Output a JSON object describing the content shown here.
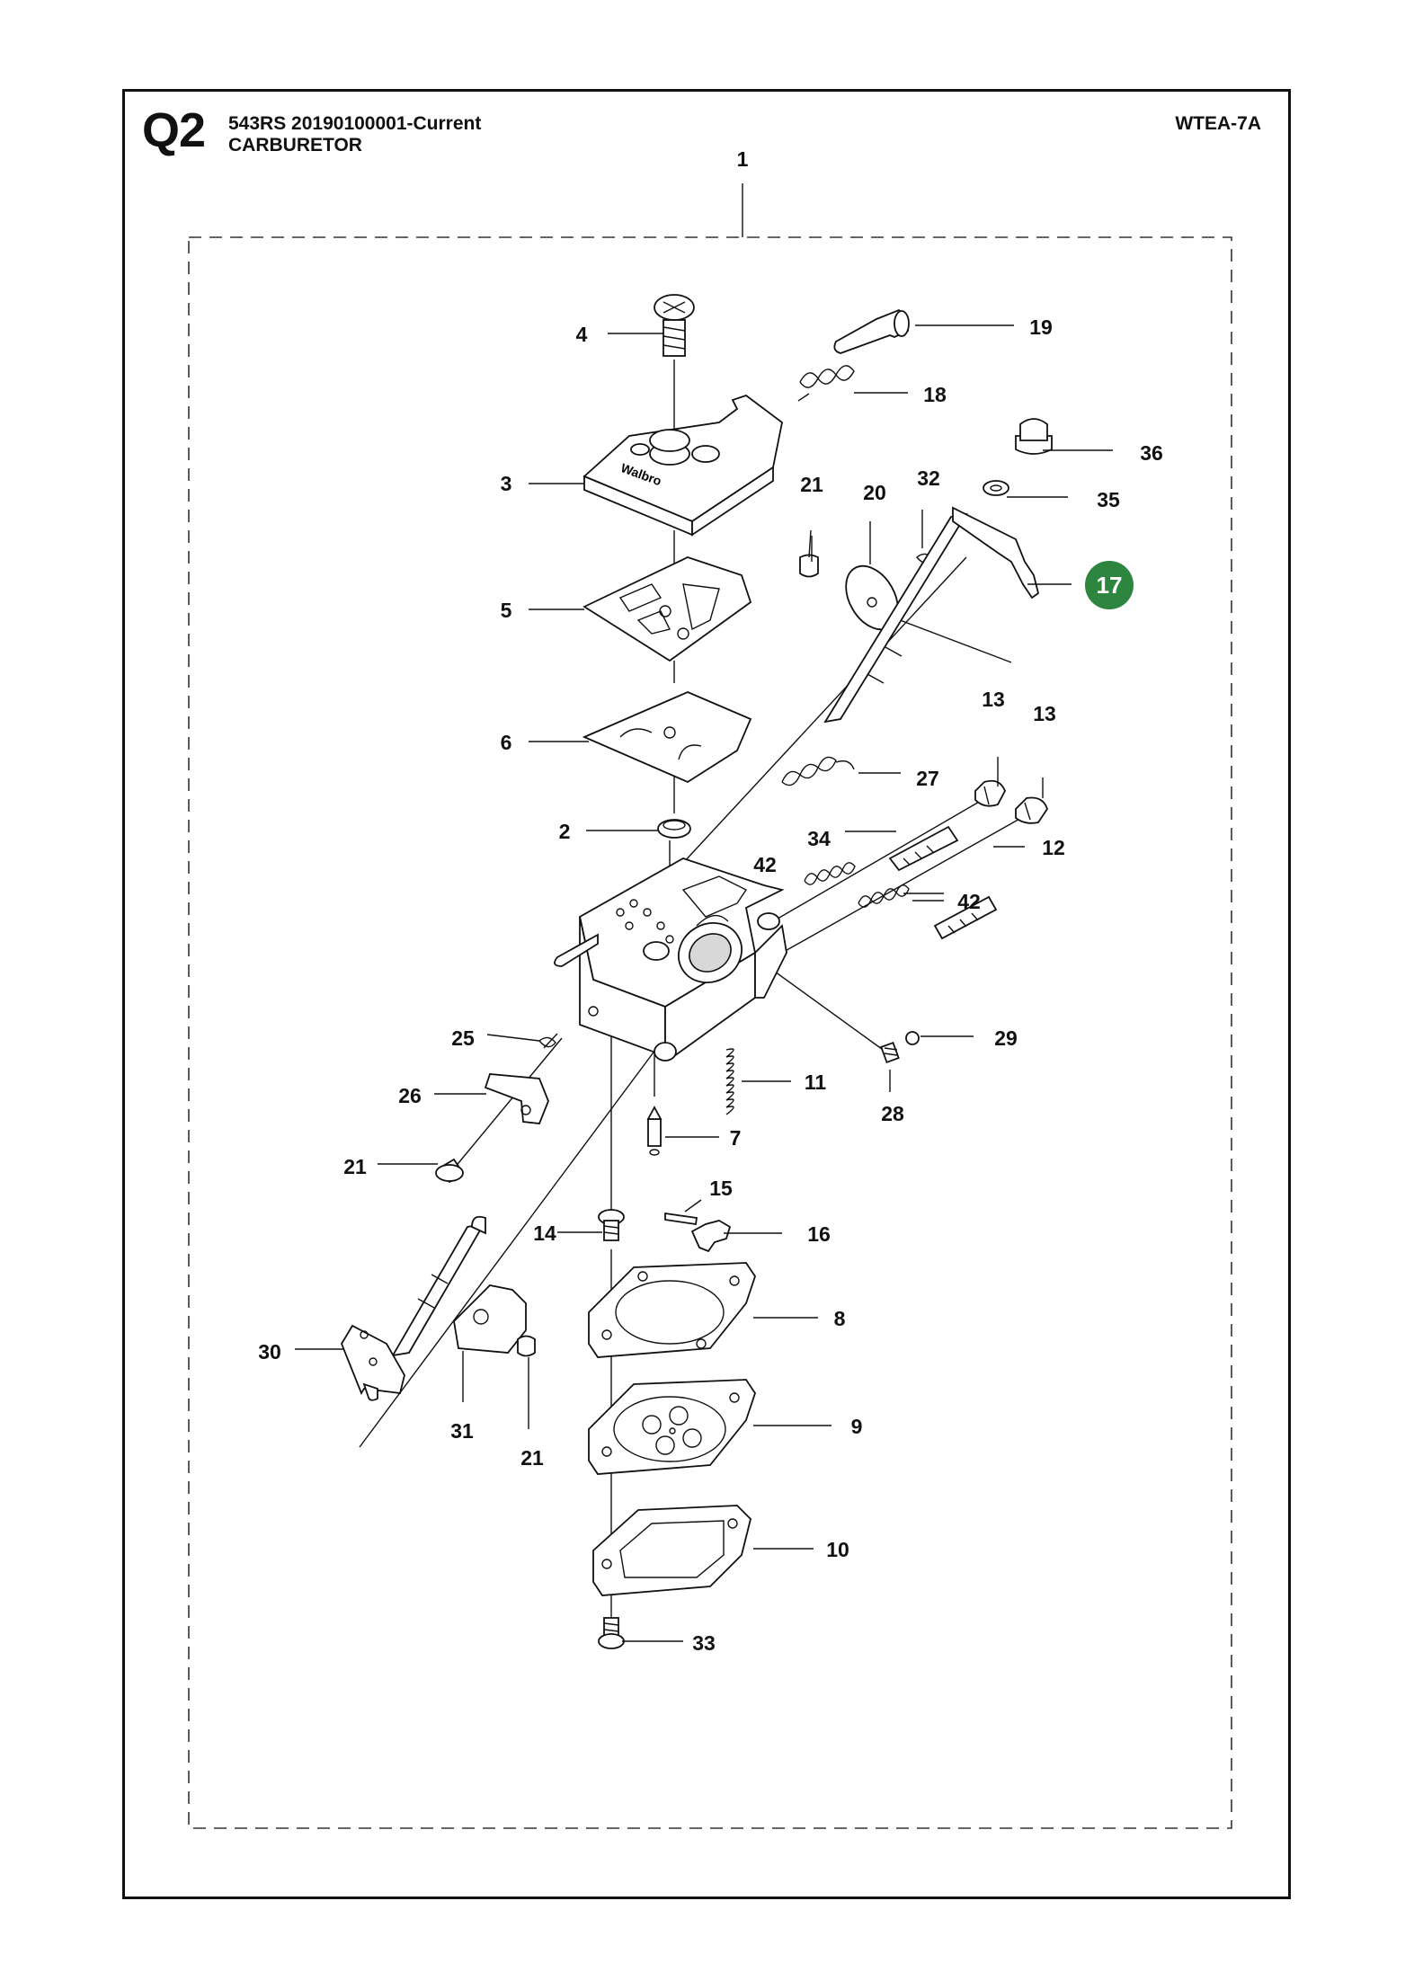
{
  "header": {
    "section": "Q2",
    "model_line": "543RS  20190100001-Current",
    "title": "CARBURETOR",
    "code": "WTEA-7A"
  },
  "labels": {
    "l1": "1",
    "l2": "2",
    "l3": "3",
    "l4": "4",
    "l5": "5",
    "l6": "6",
    "l7": "7",
    "l8": "8",
    "l9": "9",
    "l10": "10",
    "l11": "11",
    "l12": "12",
    "l13a": "13",
    "l13b": "13",
    "l14": "14",
    "l15": "15",
    "l16": "16",
    "l17": "17",
    "l18": "18",
    "l19": "19",
    "l20": "20",
    "l21a": "21",
    "l21b": "21",
    "l21c": "21",
    "l25": "25",
    "l26": "26",
    "l27": "27",
    "l28": "28",
    "l29": "29",
    "l30": "30",
    "l31": "31",
    "l32": "32",
    "l33": "33",
    "l34": "34",
    "l35": "35",
    "l36": "36",
    "l42a": "42",
    "l42b": "42"
  },
  "brand_mark": "Walbro",
  "colors": {
    "highlight": "#2e8540",
    "line": "#111111"
  }
}
